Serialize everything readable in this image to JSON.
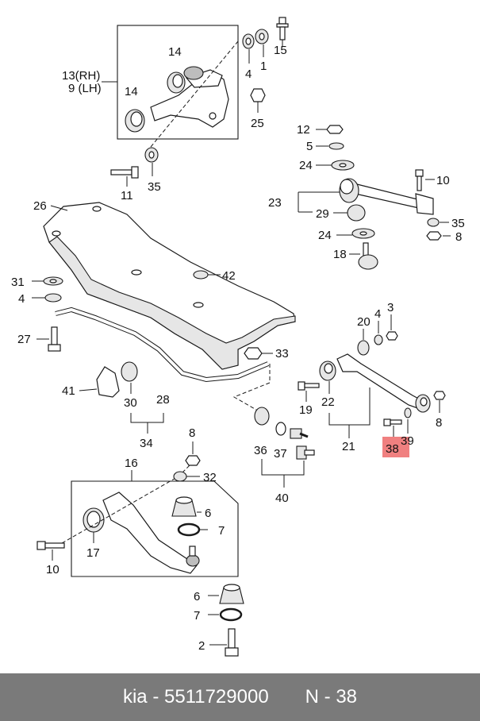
{
  "callouts": {
    "c1": "1",
    "c2": "2",
    "c3": "3",
    "c4a": "4",
    "c4b": "4",
    "c4c": "4",
    "c5": "5",
    "c6a": "6",
    "c6b": "6",
    "c7a": "7",
    "c7b": "7",
    "c8a": "8",
    "c8b": "8",
    "c8c": "8",
    "c9lh": "9 (LH)",
    "c10a": "10",
    "c10b": "10",
    "c11": "11",
    "c12": "12",
    "c13rh": "13(RH)",
    "c14a": "14",
    "c14b": "14",
    "c15": "15",
    "c16": "16",
    "c17": "17",
    "c18": "18",
    "c19": "19",
    "c20": "20",
    "c21": "21",
    "c22": "22",
    "c23": "23",
    "c24a": "24",
    "c24b": "24",
    "c25": "25",
    "c26": "26",
    "c27": "27",
    "c28": "28",
    "c29": "29",
    "c30": "30",
    "c31": "31",
    "c32": "32",
    "c33": "33",
    "c34": "34",
    "c35a": "35",
    "c35b": "35",
    "c36": "36",
    "c37": "37",
    "c38": "38",
    "c39": "39",
    "c40": "40",
    "c41": "41",
    "c42": "42"
  },
  "highlight": {
    "callout": "38",
    "color": "#f08080"
  },
  "footer": {
    "brand_part": "kia - 5511729000",
    "position": "N - 38"
  },
  "colors": {
    "footer_bg": "#7a7a7a",
    "footer_text": "#ffffff"
  }
}
